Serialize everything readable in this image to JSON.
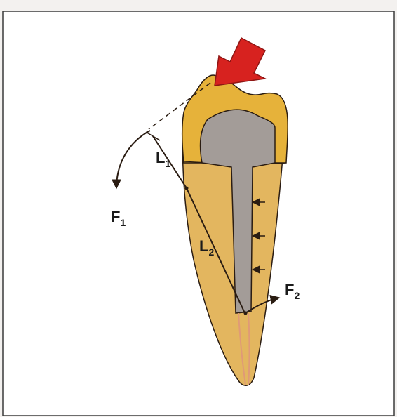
{
  "figure": {
    "labels": {
      "f1": {
        "main": "F",
        "sub": "1"
      },
      "f2": {
        "main": "F",
        "sub": "2"
      },
      "l1": {
        "main": "L",
        "sub": "1"
      },
      "l2": {
        "main": "L",
        "sub": "2"
      }
    },
    "colors": {
      "page_background": "#f3f1ef",
      "frame_border": "#3a3a3a",
      "dentin": "#e3b65f",
      "enamel": "#e6b23a",
      "post_core": "#a39c98",
      "root_canal": "#e09a77",
      "force_arrow": "#d7221f",
      "outline": "#2a1c12"
    },
    "icons": {
      "load_arrow": "red-load-arrow-icon",
      "pressure_arrows": "left-pointing-arrow-icon"
    }
  }
}
